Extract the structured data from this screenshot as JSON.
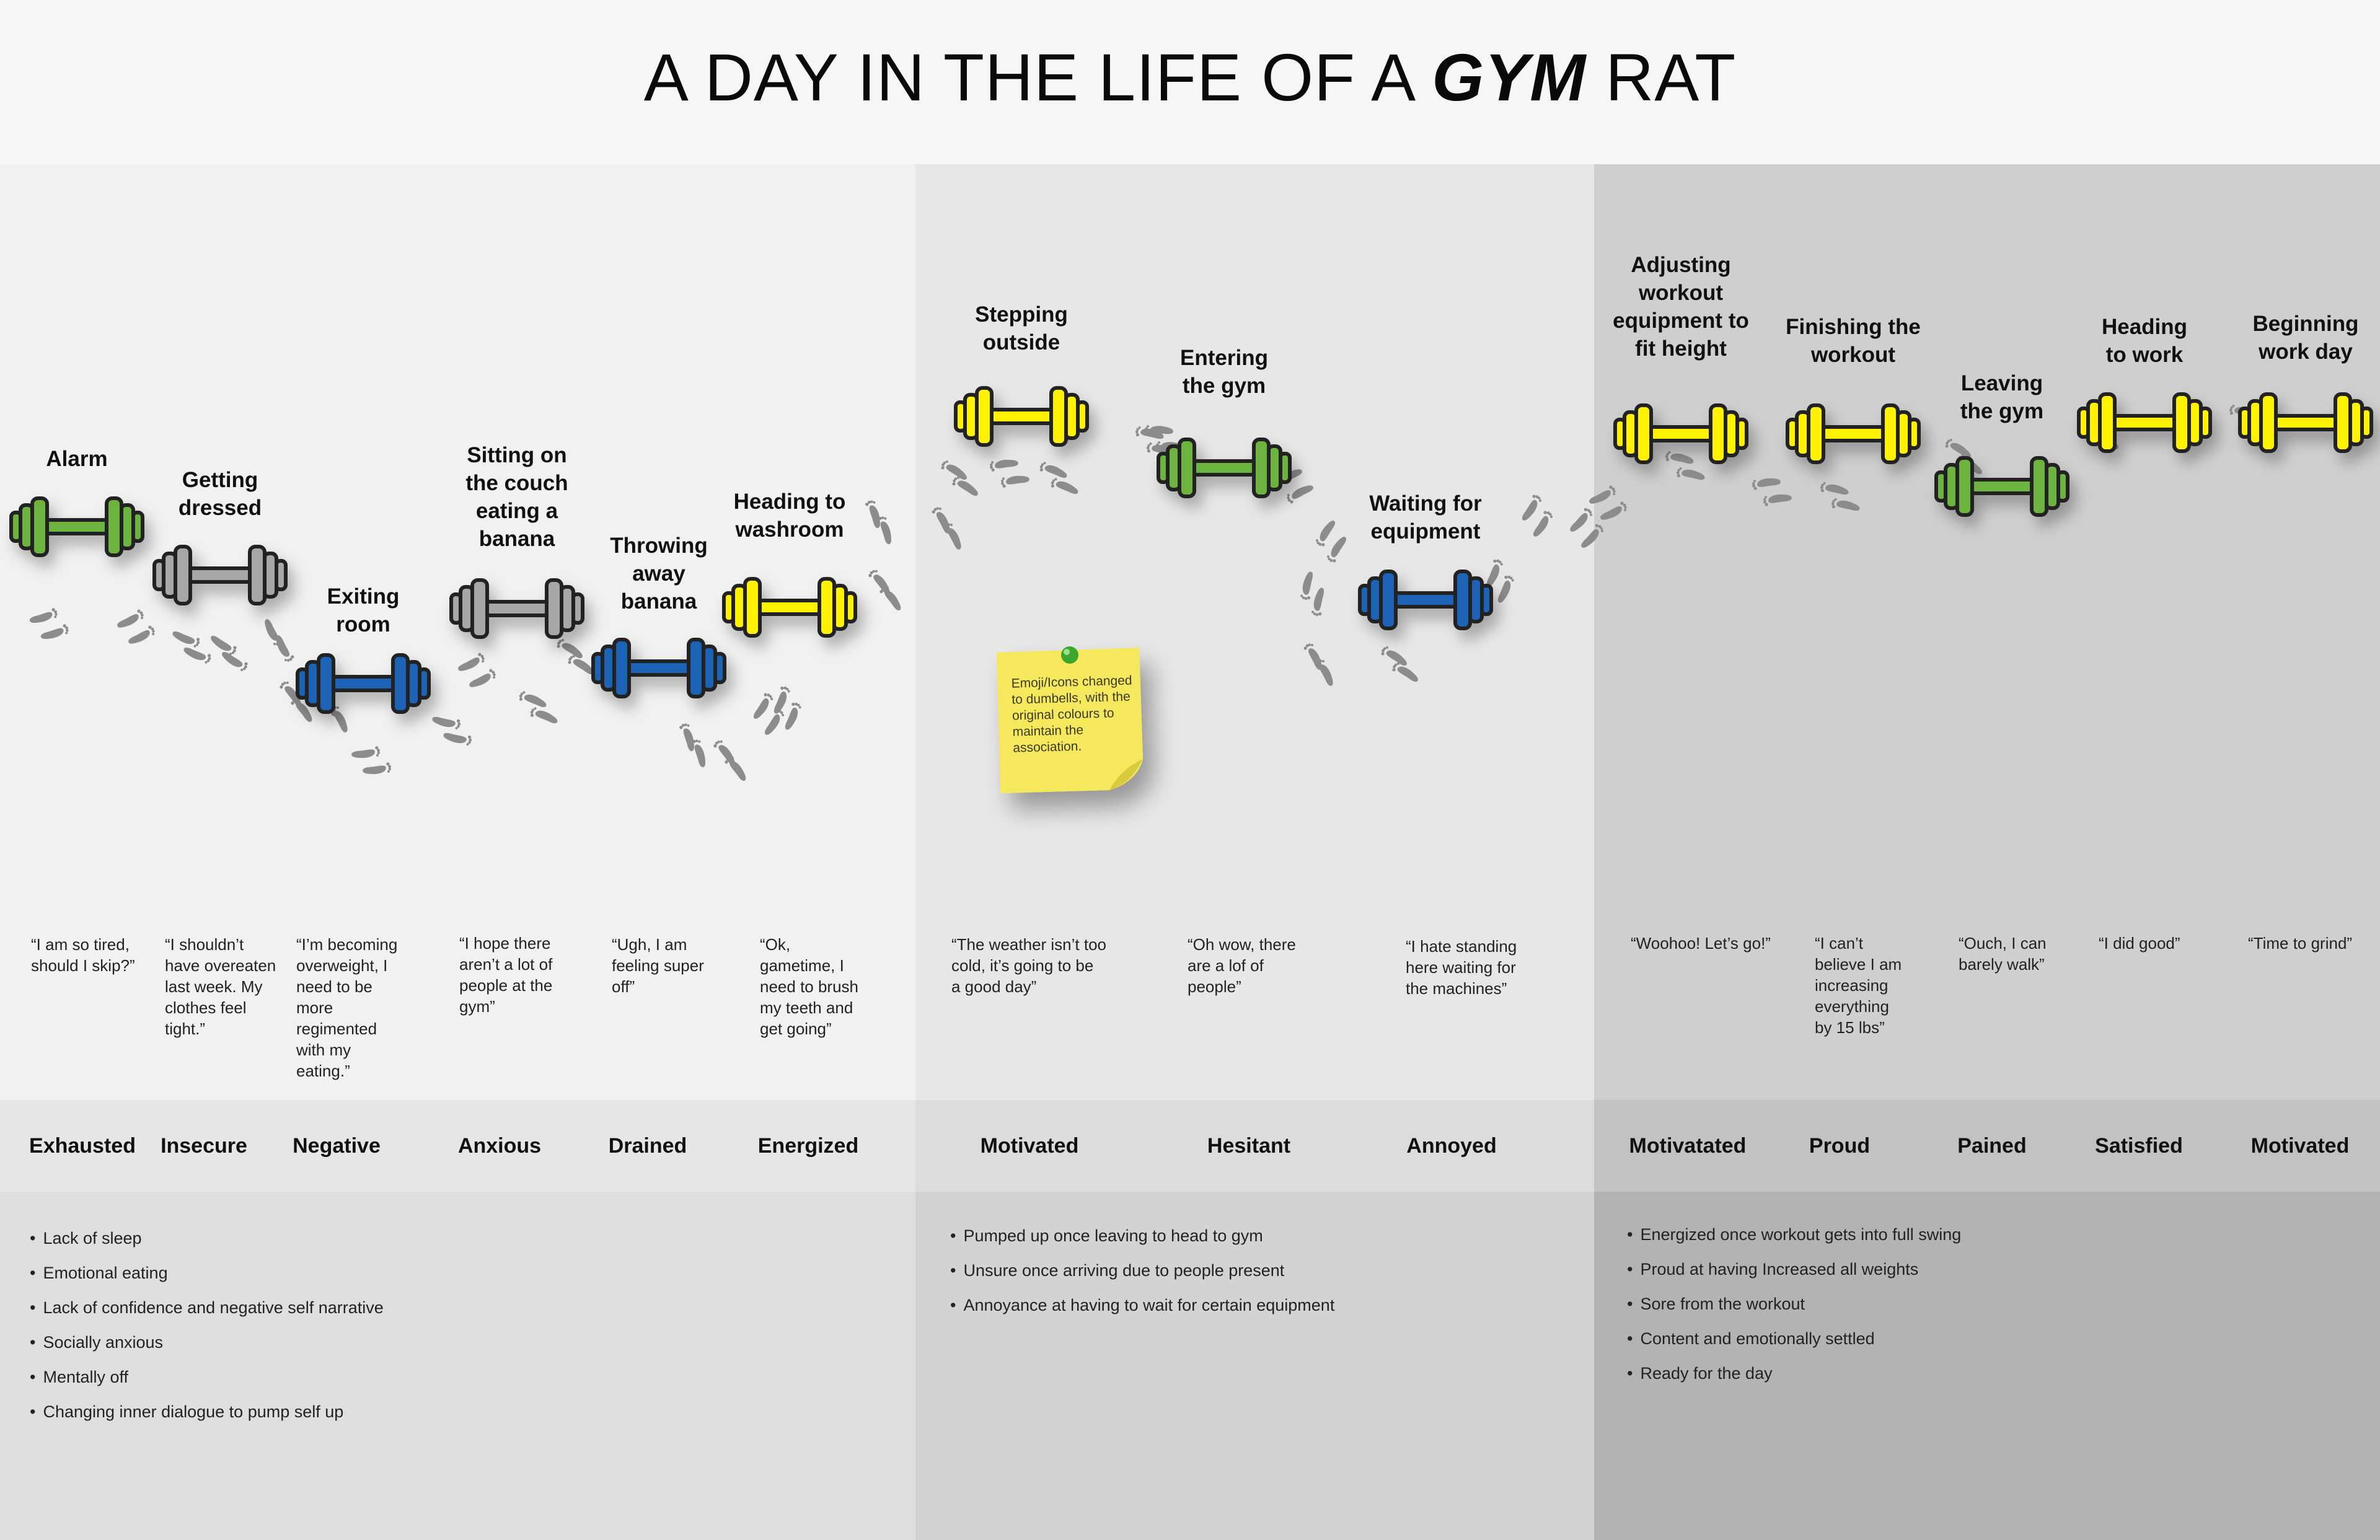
{
  "header": {
    "title_pre": "A DAY IN THE LIFE OF A ",
    "title_em": "GYM",
    "title_post": " RAT"
  },
  "colors": {
    "green": "#6db33f",
    "gray": "#a7a7a7",
    "blue": "#1f63b5",
    "yellow": "#fff200",
    "outline": "#222222",
    "note": "#f5e663",
    "pin": "#3da62e"
  },
  "steps": [
    {
      "label": "Alarm",
      "quote": "“I am so tired, should I skip?”",
      "emotion": "Exhausted",
      "color": "green"
    },
    {
      "label": "Getting dressed",
      "quote": "“I shouldn’t have overeaten last week. My clothes feel tight.”",
      "emotion": "Insecure",
      "color": "gray"
    },
    {
      "label": "Exiting room",
      "quote": "“I’m becoming overweight, I need to be more regimented with my eating.”",
      "emotion": "Negative",
      "color": "blue"
    },
    {
      "label": "Sitting on the couch eating a banana",
      "quote": "“I hope there aren’t a lot of people at the gym”",
      "emotion": "Anxious",
      "color": "gray"
    },
    {
      "label": "Throwing away banana",
      "quote": "“Ugh, I am feeling super off”",
      "emotion": "Drained",
      "color": "blue"
    },
    {
      "label": "Heading to washroom",
      "quote": "“Ok, gametime, I need to brush my teeth and get going”",
      "emotion": "Energized",
      "color": "yellow"
    },
    {
      "label": "Stepping outside",
      "quote": "“The weather isn’t too cold, it’s going to be a good day”",
      "emotion": "Motivated",
      "color": "yellow"
    },
    {
      "label": "Entering the gym",
      "quote": "“Oh wow, there are a lof of people”",
      "emotion": "Hesitant",
      "color": "green"
    },
    {
      "label": "Waiting for equipment",
      "quote": "“I hate standing here waiting for the machines”",
      "emotion": "Annoyed",
      "color": "blue"
    },
    {
      "label": "Adjusting workout equipment to fit height",
      "quote": "“Woohoo! Let’s go!”",
      "emotion": "Motivatated",
      "color": "yellow"
    },
    {
      "label": "Finishing the workout",
      "quote": "“I can’t believe I am increasing everything by 15 lbs”",
      "emotion": "Proud",
      "color": "yellow"
    },
    {
      "label": "Leaving the gym",
      "quote": "“Ouch, I can barely walk”",
      "emotion": "Pained",
      "color": "green"
    },
    {
      "label": "Heading to work",
      "quote": "“I did good”",
      "emotion": "Satisfied",
      "color": "yellow"
    },
    {
      "label": "Beginning work day",
      "quote": "“Time to grind”",
      "emotion": "Motivated",
      "color": "yellow"
    }
  ],
  "sticky_note": {
    "text": "Emoji/Icons changed to dumbells, with the original colours to maintain the association."
  },
  "phases": [
    {
      "bullets": [
        "Lack of sleep",
        "Emotional eating",
        "Lack of confidence and negative self narrative",
        "Socially anxious",
        "Mentally off",
        "Changing inner dialogue to pump self up"
      ]
    },
    {
      "bullets": [
        "Pumped up once leaving to head to gym",
        "Unsure once arriving due to people present",
        "Annoyance at having to wait for certain equipment"
      ]
    },
    {
      "bullets": [
        "Energized once workout gets into full swing",
        "Proud at having Increased all weights",
        "Sore from the workout",
        "Content and emotionally settled",
        "Ready for the day"
      ]
    }
  ]
}
